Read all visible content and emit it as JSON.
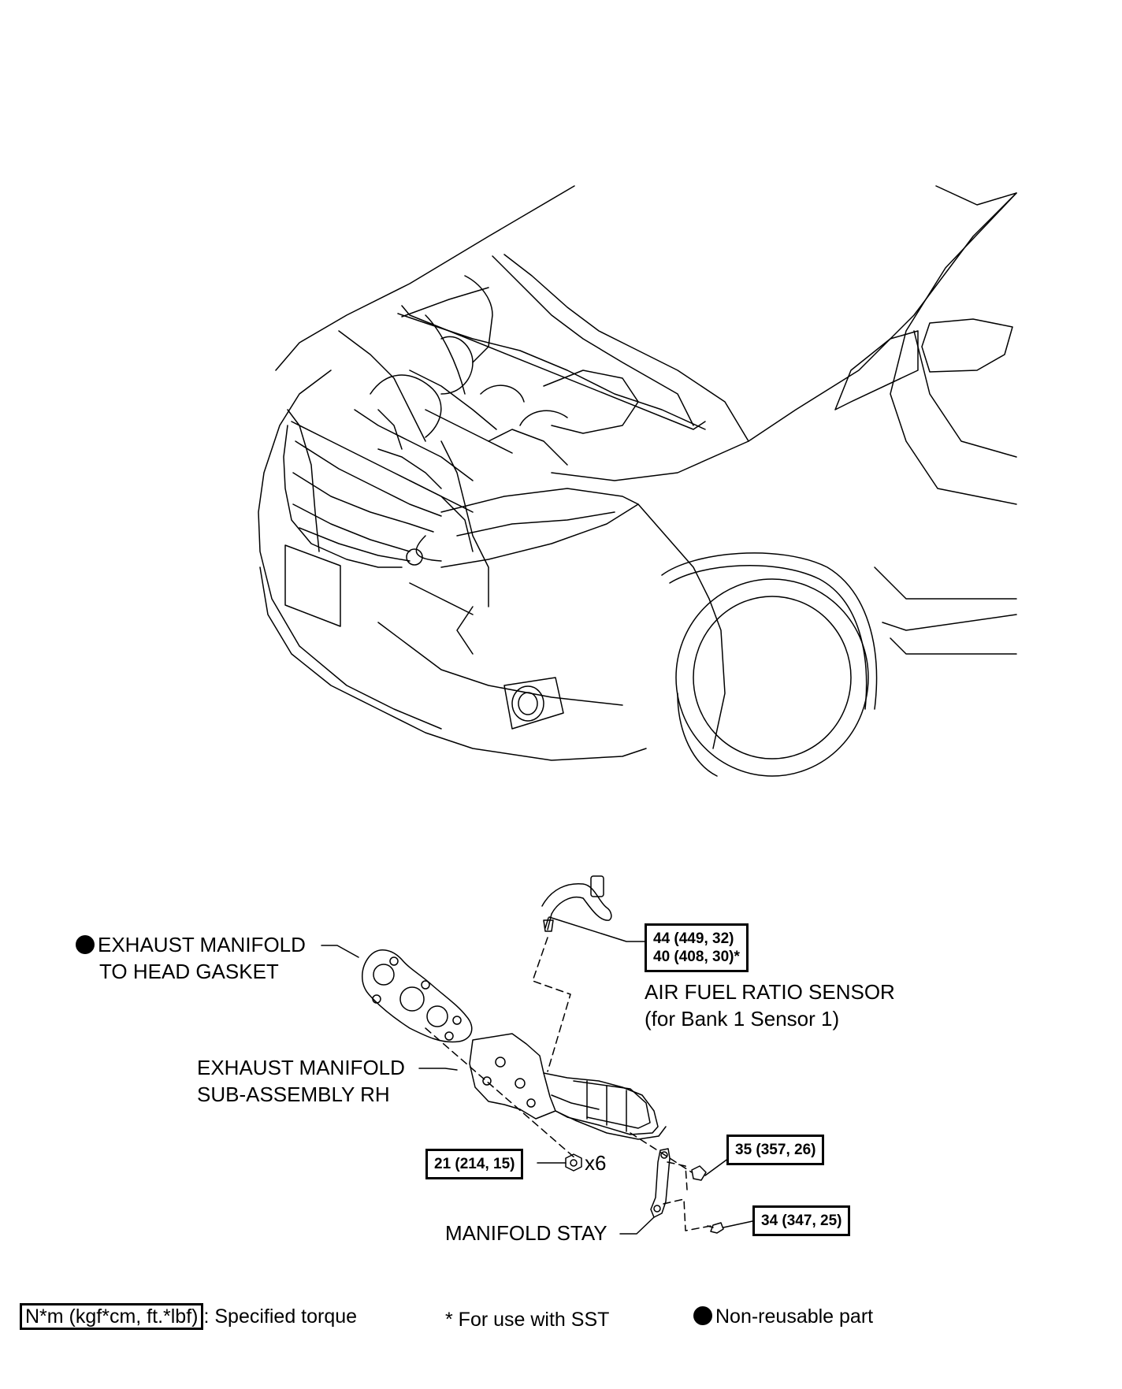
{
  "labels": {
    "gasket_line1": "EXHAUST MANIFOLD",
    "gasket_line2": "TO HEAD GASKET",
    "manifold_line1": "EXHAUST MANIFOLD",
    "manifold_line2": "SUB-ASSEMBLY RH",
    "sensor_line1": "AIR FUEL RATIO SENSOR",
    "sensor_line2": "(for Bank 1 Sensor 1)",
    "stay": "MANIFOLD STAY",
    "quantity": "x6"
  },
  "torque": {
    "sensor_line1": "44 (449, 32)",
    "sensor_line2": "40 (408, 30)*",
    "nut": "21 (214, 15)",
    "stay_bolt_upper": "35 (357, 26)",
    "stay_bolt_lower": "34 (347, 25)"
  },
  "legend": {
    "unit_box": "N*m (kgf*cm, ft.*lbf)",
    "unit_desc": ": Specified torque",
    "sst_note": "* For use with SST",
    "nonreusable": "Non-reusable part"
  }
}
